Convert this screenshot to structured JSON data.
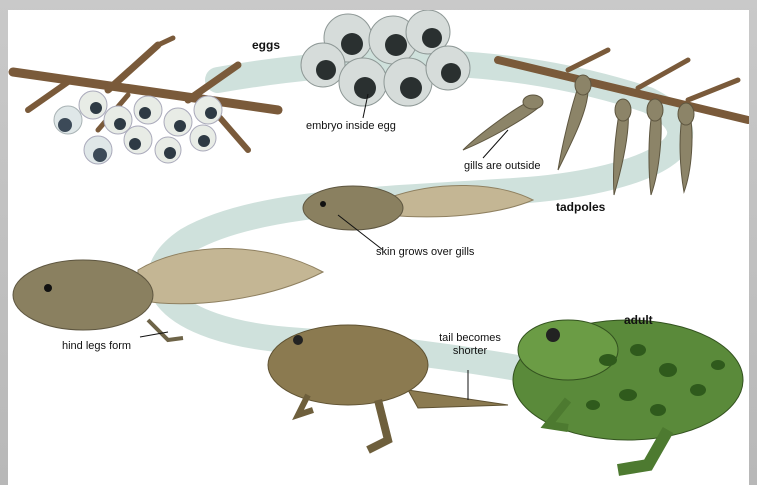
{
  "stages": {
    "eggs": "eggs",
    "tadpoles": "tadpoles",
    "adult": "adult"
  },
  "annotations": {
    "embryo": "embryo inside egg",
    "gills_outside": "gills are outside",
    "skin_grows": "skin grows over gills",
    "hind_legs": "hind legs form",
    "tail_shorter_line1": "tail becomes",
    "tail_shorter_line2": "shorter"
  },
  "colors": {
    "cycle_band": "#c9ddd8",
    "branch": "#7a5a3a",
    "egg_jelly": "#e8ece6",
    "tadpole": "#8a8060",
    "adult_frog": "#5a8a3a",
    "young_frog": "#8b7a50"
  }
}
